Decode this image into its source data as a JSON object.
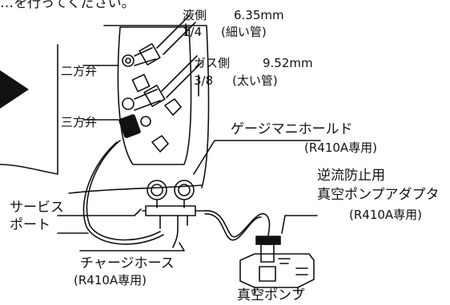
{
  "header": {
    "partial_text": "…を行ってください。"
  },
  "pipes": {
    "liquid": {
      "name": "液側",
      "size": "6.35mm",
      "fraction": "1/4",
      "note": "(細い管)"
    },
    "gas": {
      "name": "ガス側",
      "size": "9.52mm",
      "fraction": "3/8",
      "note": "(太い管)"
    }
  },
  "valves": {
    "two_way": "二方弁",
    "three_way": "三方弁"
  },
  "gauge_manifold": {
    "label": "ゲージマニホールド",
    "spec": "(R410A専用)"
  },
  "check_valve_adapter": {
    "line1": "逆流防止用",
    "line2": "真空ポンプアダプタ",
    "spec": "(R410A専用)"
  },
  "service_port": {
    "line1": "サービス",
    "line2": "ポート"
  },
  "charge_hose": {
    "label": "チャージホース",
    "spec": "(R410A専用)"
  },
  "vacuum_pump": {
    "label": "真空ポンプ"
  },
  "colors": {
    "ink": "#111111",
    "background": "#ffffff"
  }
}
